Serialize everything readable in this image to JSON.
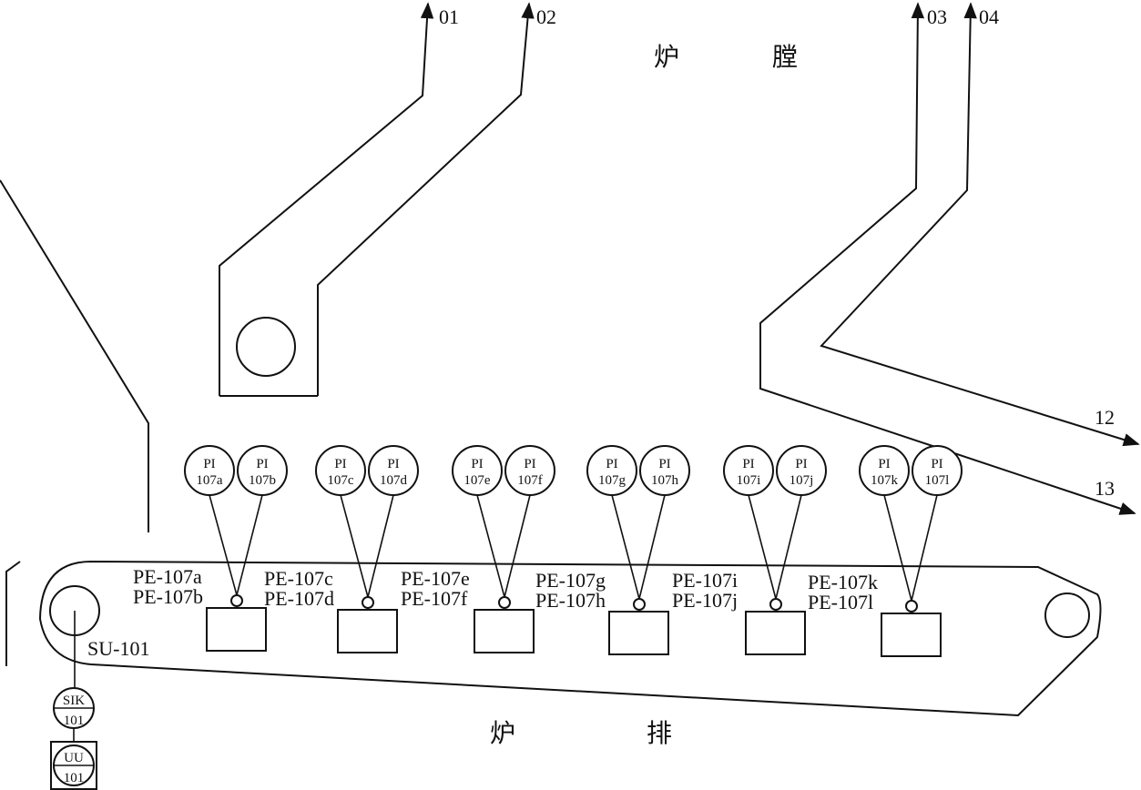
{
  "furnace_label": [
    "炉",
    "膛"
  ],
  "grate_label": [
    "炉",
    "排"
  ],
  "ports": [
    "01",
    "02",
    "03",
    "04",
    "12",
    "13"
  ],
  "conveyor_tag": "SU-101",
  "sik": {
    "top": "SIK",
    "bottom": "101"
  },
  "uu": {
    "top": "UU",
    "bottom": "101"
  },
  "pairs": [
    {
      "instA": [
        "PI",
        "107a"
      ],
      "instB": [
        "PI",
        "107b"
      ],
      "pe": [
        "PE-107a",
        "PE-107b"
      ]
    },
    {
      "instA": [
        "PI",
        "107c"
      ],
      "instB": [
        "PI",
        "107d"
      ],
      "pe": [
        "PE-107c",
        "PE-107d"
      ]
    },
    {
      "instA": [
        "PI",
        "107e"
      ],
      "instB": [
        "PI",
        "107f"
      ],
      "pe": [
        "PE-107e",
        "PE-107f"
      ]
    },
    {
      "instA": [
        "PI",
        "107g"
      ],
      "instB": [
        "PI",
        "107h"
      ],
      "pe": [
        "PE-107g",
        "PE-107h"
      ]
    },
    {
      "instA": [
        "PI",
        "107i"
      ],
      "instB": [
        "PI",
        "107j"
      ],
      "pe": [
        "PE-107i",
        "PE-107j"
      ]
    },
    {
      "instA": [
        "PI",
        "107k"
      ],
      "instB": [
        "PI",
        "107l"
      ],
      "pe": [
        "PE-107k",
        "PE-107l"
      ]
    }
  ]
}
